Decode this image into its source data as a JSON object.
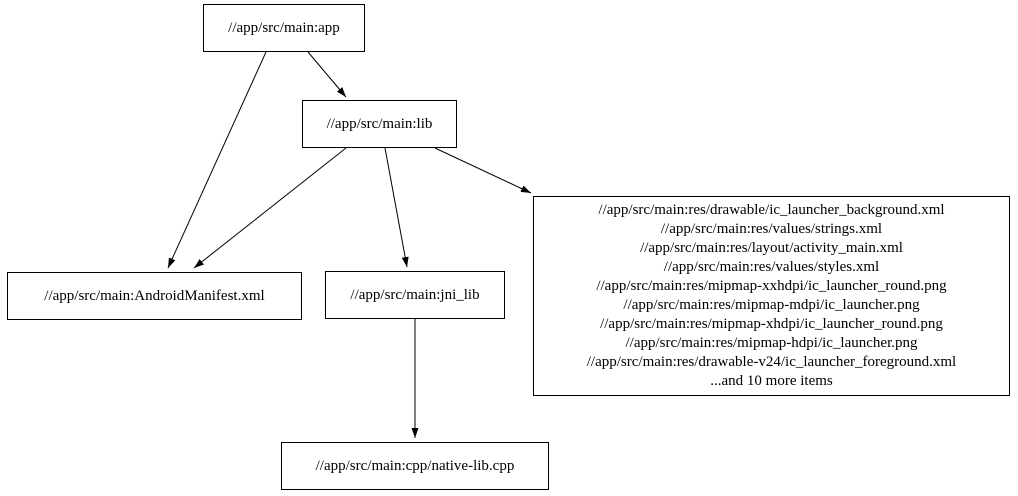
{
  "diagram": {
    "type": "dependency-graph",
    "background_color": "#ffffff",
    "node_fill_color": "#ffffff",
    "node_border_color": "#000000",
    "edge_color": "#000000",
    "text_color": "#000000",
    "nodes": {
      "app": {
        "label": "//app/src/main:app"
      },
      "lib": {
        "label": "//app/src/main:lib"
      },
      "manifest": {
        "label": "//app/src/main:AndroidManifest.xml"
      },
      "jni_lib": {
        "label": "//app/src/main:jni_lib"
      },
      "res_group": {
        "lines": [
          "//app/src/main:res/drawable/ic_launcher_background.xml",
          "//app/src/main:res/values/strings.xml",
          "//app/src/main:res/layout/activity_main.xml",
          "//app/src/main:res/values/styles.xml",
          "//app/src/main:res/mipmap-xxhdpi/ic_launcher_round.png",
          "//app/src/main:res/mipmap-mdpi/ic_launcher.png",
          "//app/src/main:res/mipmap-xhdpi/ic_launcher_round.png",
          "//app/src/main:res/mipmap-hdpi/ic_launcher.png",
          "//app/src/main:res/drawable-v24/ic_launcher_foreground.xml",
          "...and 10 more items"
        ]
      },
      "native_cpp": {
        "label": "//app/src/main:cpp/native-lib.cpp"
      }
    },
    "edges": [
      {
        "from": "//app/src/main:app",
        "to": "//app/src/main:lib"
      },
      {
        "from": "//app/src/main:app",
        "to": "//app/src/main:AndroidManifest.xml"
      },
      {
        "from": "//app/src/main:lib",
        "to": "//app/src/main:AndroidManifest.xml"
      },
      {
        "from": "//app/src/main:lib",
        "to": "//app/src/main:jni_lib"
      },
      {
        "from": "//app/src/main:lib",
        "to": "res_group (resource files)"
      },
      {
        "from": "//app/src/main:jni_lib",
        "to": "//app/src/main:cpp/native-lib.cpp"
      }
    ]
  }
}
